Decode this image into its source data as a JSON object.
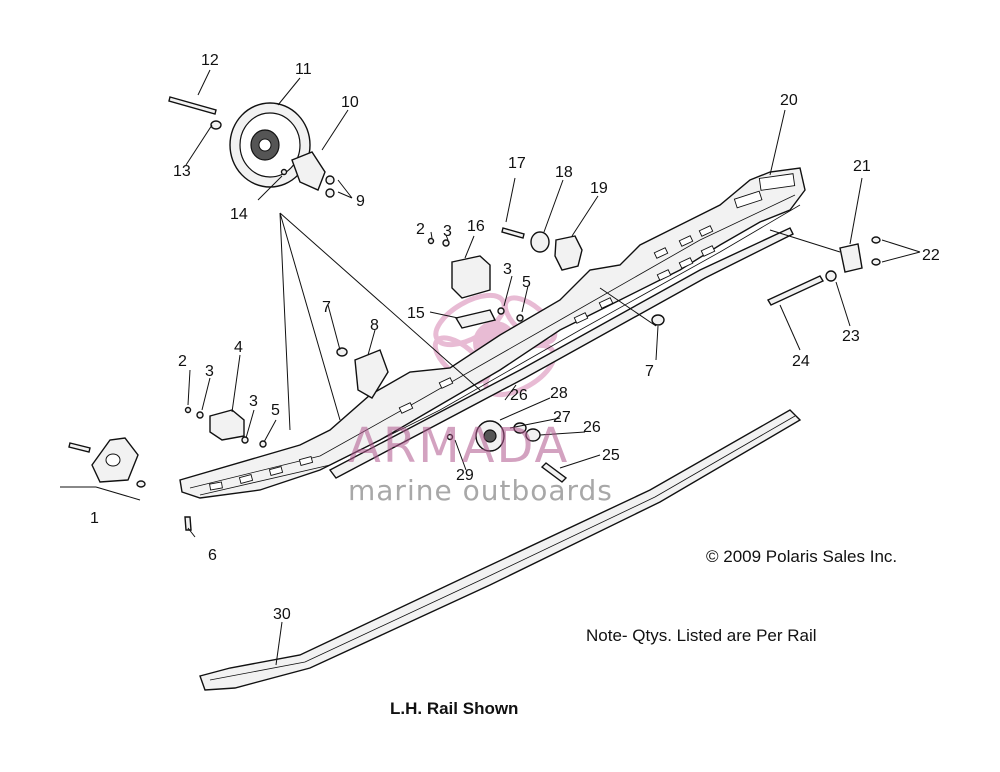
{
  "part_labels": [
    "1",
    "2",
    "3",
    "4",
    "3",
    "5",
    "6",
    "7",
    "8",
    "9",
    "10",
    "11",
    "12",
    "13",
    "14",
    "2",
    "3",
    "16",
    "15",
    "3",
    "5",
    "17",
    "18",
    "19",
    "20",
    "21",
    "22",
    "23",
    "24",
    "7",
    "26",
    "28",
    "27",
    "26",
    "25",
    "29",
    "30"
  ],
  "copyright": "© 2009 Polaris Sales Inc.",
  "note": "Note- Qtys. Listed are Per Rail",
  "caption": "L.H. Rail Shown",
  "watermark": {
    "brand": "ARMADA",
    "tagline": "marine outboards"
  }
}
